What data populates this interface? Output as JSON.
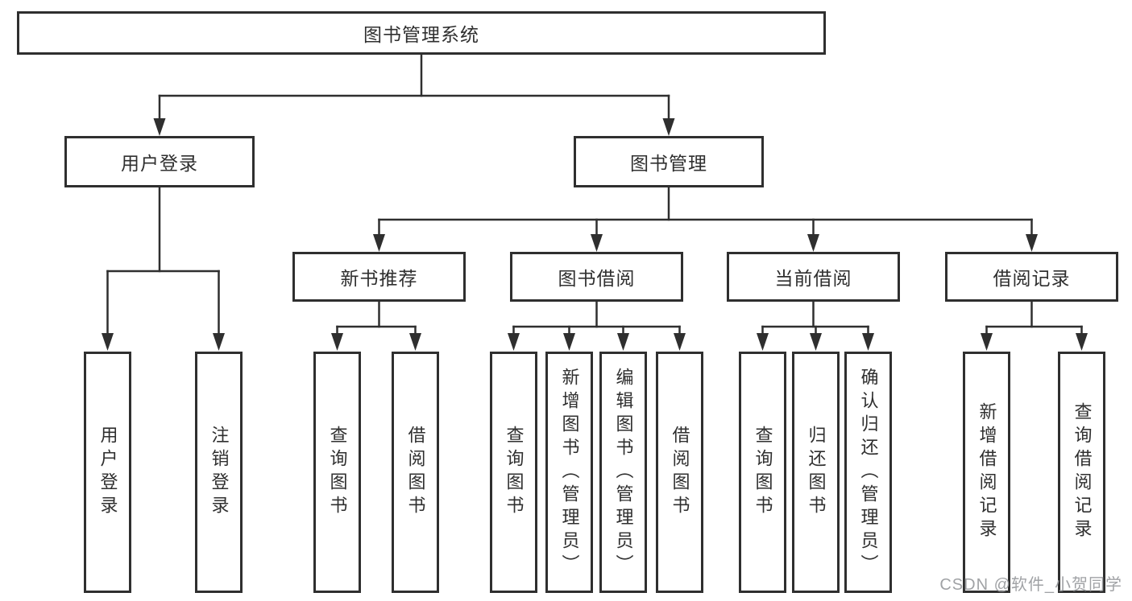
{
  "watermark": {
    "text": "CSDN @软件_小贺同学",
    "color": "#96989b"
  },
  "colors": {
    "line": "#2f2f2f",
    "box_border": "#2f2f2f",
    "box_bg": "#ffffff",
    "text": "#2f2f2f",
    "background": "#ffffff"
  },
  "tree": {
    "root": {
      "label": "图书管理系统",
      "children": [
        {
          "label": "用户登录",
          "children": [
            {
              "label": "用户登录"
            },
            {
              "label": "注销登录"
            }
          ]
        },
        {
          "label": "图书管理",
          "children": [
            {
              "label": "新书推荐",
              "children": [
                {
                  "label": "查询图书"
                },
                {
                  "label": "借阅图书"
                }
              ]
            },
            {
              "label": "图书借阅",
              "children": [
                {
                  "label": "查询图书"
                },
                {
                  "label": "新增图书（管理员）"
                },
                {
                  "label": "编辑图书（管理员）"
                },
                {
                  "label": "借阅图书"
                }
              ]
            },
            {
              "label": "当前借阅",
              "children": [
                {
                  "label": "查询图书"
                },
                {
                  "label": "归还图书"
                },
                {
                  "label": "确认归还（管理员）"
                }
              ]
            },
            {
              "label": "借阅记录",
              "children": [
                {
                  "label": "新增借阅记录"
                },
                {
                  "label": "查询借阅记录"
                }
              ]
            }
          ]
        }
      ]
    }
  }
}
